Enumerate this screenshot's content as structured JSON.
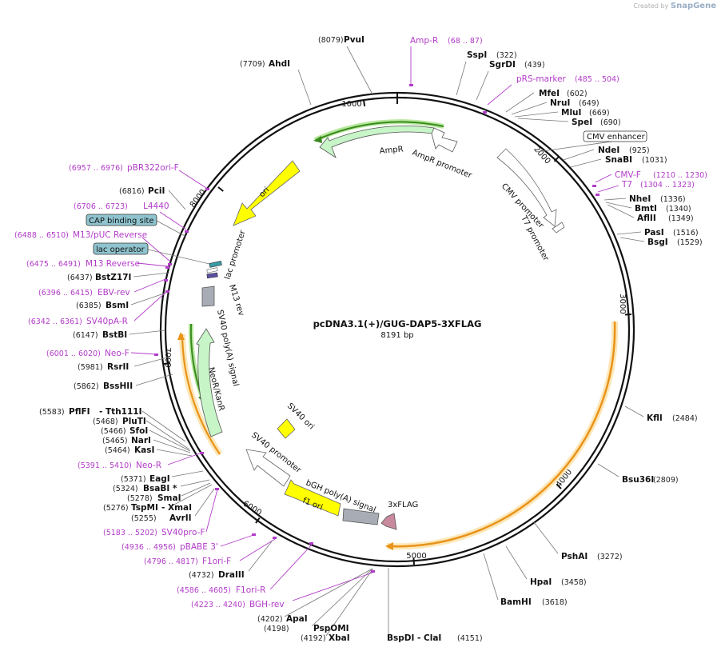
{
  "credit": {
    "prefix": "Created by",
    "brand": "SnapGene"
  },
  "plasmid": {
    "name": "pcDNA3.1(+)/GUG-DAP5-3XFLAG",
    "size": "8191 bp"
  },
  "ticks": [
    "1000",
    "2000",
    "3000",
    "4000",
    "5000",
    "6000",
    "7000",
    "8000"
  ],
  "enzymes": [
    {
      "name": "PvuI",
      "pos": "(8079)"
    },
    {
      "name": "AhdI",
      "pos": "(7709)"
    },
    {
      "name": "SspI",
      "pos": "(322)"
    },
    {
      "name": "SgrDI",
      "pos": "(439)"
    },
    {
      "name": "MfeI",
      "pos": "(602)"
    },
    {
      "name": "NruI",
      "pos": "(649)"
    },
    {
      "name": "MluI",
      "pos": "(669)"
    },
    {
      "name": "SpeI",
      "pos": "(690)"
    },
    {
      "name": "NdeI",
      "pos": "(925)"
    },
    {
      "name": "SnaBI",
      "pos": "(1031)"
    },
    {
      "name": "NheI",
      "pos": "(1336)"
    },
    {
      "name": "BmtI",
      "pos": "(1340)"
    },
    {
      "name": "AflII",
      "pos": "(1349)"
    },
    {
      "name": "PasI",
      "pos": "(1516)"
    },
    {
      "name": "BsgI",
      "pos": "(1529)"
    },
    {
      "name": "KflI",
      "pos": "(2484)"
    },
    {
      "name": "Bsu36I",
      "pos": "(2809)"
    },
    {
      "name": "PshAI",
      "pos": "(3272)"
    },
    {
      "name": "HpaI",
      "pos": "(3458)"
    },
    {
      "name": "BamHI",
      "pos": "(3618)"
    },
    {
      "name": "BspDI",
      "pos": "",
      "extra": "- ClaI",
      "pos2": "(4151)"
    },
    {
      "name": "XbaI",
      "pos": "(4192)"
    },
    {
      "name": "PspOMI",
      "pos": "(4198)"
    },
    {
      "name": "ApaI",
      "pos": "(4202)"
    },
    {
      "name": "DraIII",
      "pos": "(4732)"
    },
    {
      "name": "AvrII",
      "pos": "(5255)"
    },
    {
      "name": "TspMI",
      "pos": "(5276)",
      "extra": "- XmaI"
    },
    {
      "name": "SmaI",
      "pos": "(5278)"
    },
    {
      "name": "BsaBI *",
      "pos": "(5324)"
    },
    {
      "name": "EagI",
      "pos": "(5371)"
    },
    {
      "name": "KasI",
      "pos": "(5464)"
    },
    {
      "name": "NarI",
      "pos": "(5465)"
    },
    {
      "name": "SfoI",
      "pos": "(5466)"
    },
    {
      "name": "PluTI",
      "pos": "(5468)"
    },
    {
      "name": "PflFI",
      "pos": "(5583)",
      "extra": "- Tth111I"
    },
    {
      "name": "BssHII",
      "pos": "(5862)"
    },
    {
      "name": "RsrII",
      "pos": "(5981)"
    },
    {
      "name": "BstBI",
      "pos": "(6147)"
    },
    {
      "name": "BsmI",
      "pos": "(6385)"
    },
    {
      "name": "BstZ17I",
      "pos": "(6437)"
    },
    {
      "name": "PciI",
      "pos": "(6816)"
    }
  ],
  "primers": [
    {
      "name": "Amp-R",
      "range": "(68 .. 87)"
    },
    {
      "name": "pRS-marker",
      "range": "(485 .. 504)"
    },
    {
      "name": "CMV-F",
      "range": "(1210 .. 1230)"
    },
    {
      "name": "T7",
      "range": "(1304 .. 1323)"
    },
    {
      "name": "pBR322ori-F",
      "range": "(6957 .. 6976)"
    },
    {
      "name": "L4440",
      "range": "(6706 .. 6723)"
    },
    {
      "name": "M13/pUC Reverse",
      "range": "(6488 .. 6510)"
    },
    {
      "name": "M13 Reverse",
      "range": "(6475 .. 6491)"
    },
    {
      "name": "EBV-rev",
      "range": "(6396 .. 6415)"
    },
    {
      "name": "SV40pA-R",
      "range": "(6342 .. 6361)"
    },
    {
      "name": "Neo-F",
      "range": "(6001 .. 6020)"
    },
    {
      "name": "Neo-R",
      "range": "(5391 .. 5410)"
    },
    {
      "name": "SV40pro-F",
      "range": "(5183 .. 5202)"
    },
    {
      "name": "pBABE 3'",
      "range": "(4936 .. 4956)"
    },
    {
      "name": "F1ori-F",
      "range": "(4796 .. 4817)"
    },
    {
      "name": "F1ori-R",
      "range": "(4586 .. 4605)"
    },
    {
      "name": "BGH-rev",
      "range": "(4223 .. 4240)"
    }
  ],
  "boxed_features": [
    "CMV enhancer",
    "CAP binding site",
    "lac operator"
  ],
  "features": {
    "ampr": "AmpR",
    "ampr_promoter": "AmpR promoter",
    "cmv_promoter": "CMV promoter",
    "t7_promoter": "T7 promoter",
    "ori": "ori",
    "lac_promoter": "lac promoter",
    "m13_rev": "M13 rev",
    "sv40_polya": "SV40 poly(A) signal",
    "neor": "NeoR/KanR",
    "sv40_ori": "SV40 ori",
    "sv40_promoter": "SV40 promoter",
    "f1_ori": "f1 ori",
    "bgh_polya": "bGH poly(A) signal",
    "flag": "3xFLAG"
  },
  "colors": {
    "backbone": "#111111",
    "primer": "#b23cc8",
    "orf_orange": "#f7a823",
    "orf_green": "#c8f5c8",
    "ori_yellow": "#ffff00",
    "promoter": "#ffffff",
    "polya": "#a8adb5",
    "flag": "#c8899c",
    "lac_op": "#3a9aa6",
    "cap": "#5a50a0"
  }
}
